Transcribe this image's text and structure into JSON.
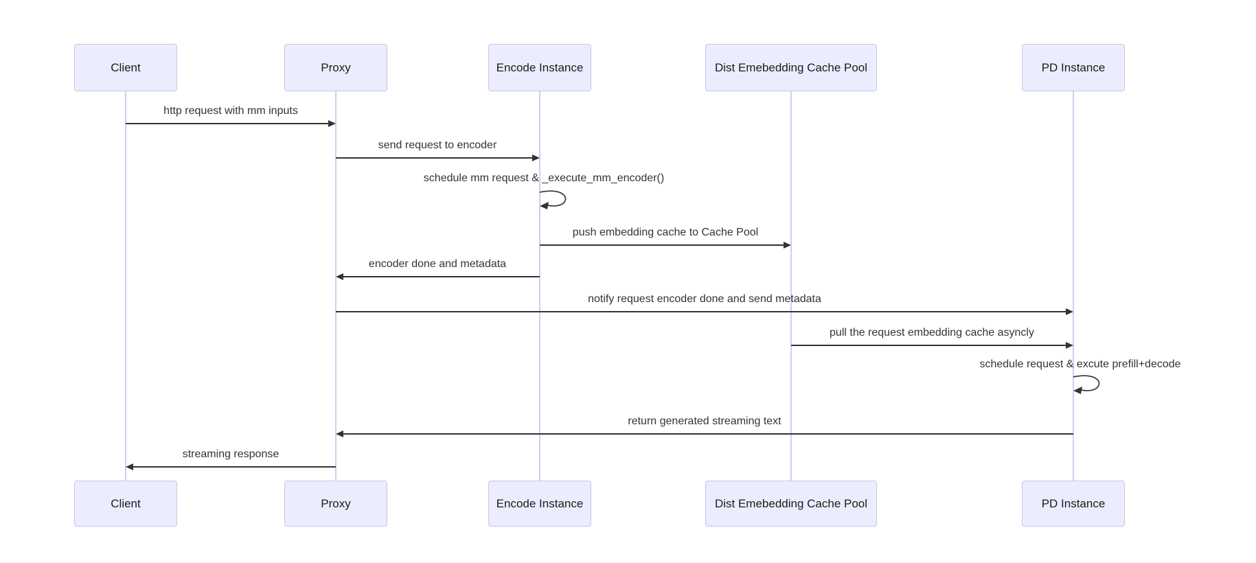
{
  "diagram": {
    "type": "sequence-diagram",
    "background": "#ffffff",
    "actors": [
      {
        "id": "client",
        "label": "Client"
      },
      {
        "id": "proxy",
        "label": "Proxy"
      },
      {
        "id": "encode-instance",
        "label": "Encode Instance"
      },
      {
        "id": "dist-embedding-cache-pool",
        "label": "Dist Emebedding Cache Pool"
      },
      {
        "id": "pd-instance",
        "label": "PD Instance"
      }
    ],
    "messages": [
      {
        "from": "Client",
        "to": "Proxy",
        "self": false,
        "label": "http request with mm inputs"
      },
      {
        "from": "Proxy",
        "to": "Encode Instance",
        "self": false,
        "label": "send request to encoder"
      },
      {
        "from": "Encode Instance",
        "to": "Encode Instance",
        "self": true,
        "label": "schedule mm request & _execute_mm_encoder()"
      },
      {
        "from": "Encode Instance",
        "to": "Dist Emebedding Cache Pool",
        "self": false,
        "label": "push embedding cache to Cache Pool"
      },
      {
        "from": "Encode Instance",
        "to": "Proxy",
        "self": false,
        "label": "encoder done and metadata"
      },
      {
        "from": "Proxy",
        "to": "PD Instance",
        "self": false,
        "label": "notify request encoder done and send metadata"
      },
      {
        "from": "Dist Emebedding Cache Pool",
        "to": "PD Instance",
        "self": false,
        "label": "pull the request embedding cache asyncly"
      },
      {
        "from": "PD Instance",
        "to": "PD Instance",
        "self": true,
        "label": "schedule request & excute prefill+decode"
      },
      {
        "from": "PD Instance",
        "to": "Proxy",
        "self": false,
        "label": "return generated streaming text"
      },
      {
        "from": "Proxy",
        "to": "Client",
        "self": false,
        "label": "streaming response"
      }
    ],
    "colors": {
      "actor_fill": "#ECECFF",
      "actor_border": "#C6C6E4",
      "lifeline": "#CFCFEC",
      "arrow": "#333333",
      "message_text": "#333333",
      "actor_text": "#1b1b1b"
    }
  }
}
